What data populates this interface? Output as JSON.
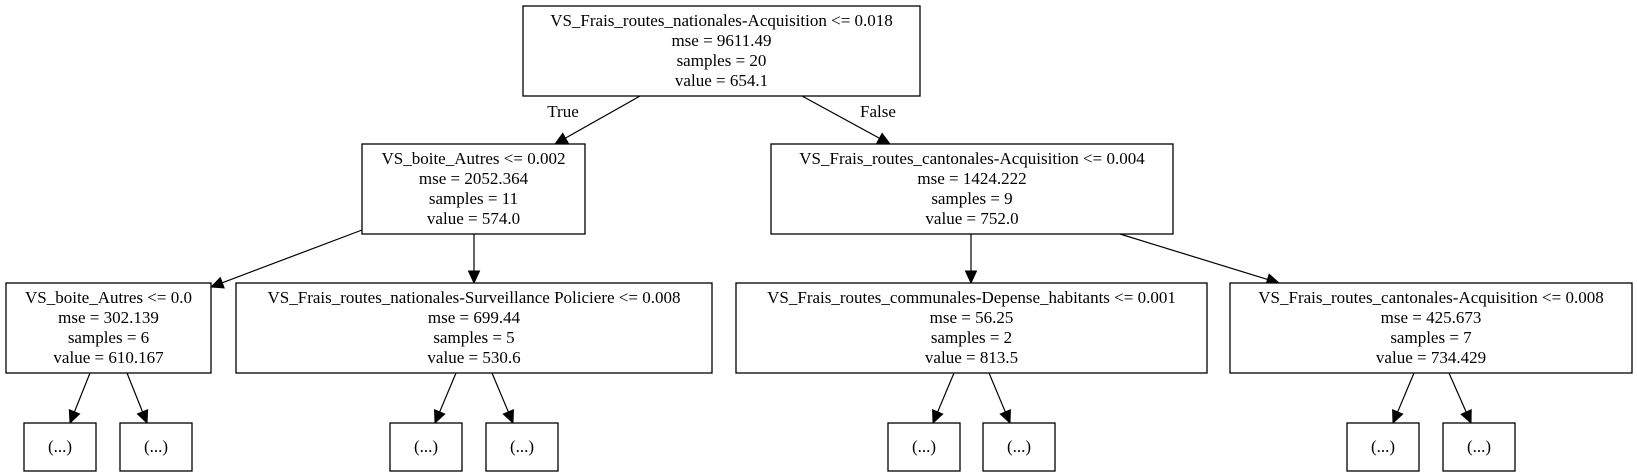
{
  "tree": {
    "nodes": [
      {
        "id": "n0",
        "lines": [
          "VS_Frais_routes_nationales-Acquisition <= 0.018",
          "mse = 9611.49",
          "samples = 20",
          "value = 654.1"
        ]
      },
      {
        "id": "n1",
        "lines": [
          "VS_boite_Autres <= 0.002",
          "mse = 2052.364",
          "samples = 11",
          "value = 574.0"
        ]
      },
      {
        "id": "n2",
        "lines": [
          "VS_Frais_routes_cantonales-Acquisition <= 0.004",
          "mse = 1424.222",
          "samples = 9",
          "value = 752.0"
        ]
      },
      {
        "id": "n3",
        "lines": [
          "VS_boite_Autres <= 0.0",
          "mse = 302.139",
          "samples = 6",
          "value = 610.167"
        ]
      },
      {
        "id": "n4",
        "lines": [
          "VS_Frais_routes_nationales-Surveillance Policiere <= 0.008",
          "mse = 699.44",
          "samples = 5",
          "value = 530.6"
        ]
      },
      {
        "id": "n5",
        "lines": [
          "VS_Frais_routes_communales-Depense_habitants <= 0.001",
          "mse = 56.25",
          "samples = 2",
          "value = 813.5"
        ]
      },
      {
        "id": "n6",
        "lines": [
          "VS_Frais_routes_cantonales-Acquisition <= 0.008",
          "mse = 425.673",
          "samples = 7",
          "value = 734.429"
        ]
      },
      {
        "id": "t1",
        "lines": [
          "(...)"
        ]
      },
      {
        "id": "t2",
        "lines": [
          "(...)"
        ]
      },
      {
        "id": "t3",
        "lines": [
          "(...)"
        ]
      },
      {
        "id": "t4",
        "lines": [
          "(...)"
        ]
      },
      {
        "id": "t5",
        "lines": [
          "(...)"
        ]
      },
      {
        "id": "t6",
        "lines": [
          "(...)"
        ]
      },
      {
        "id": "t7",
        "lines": [
          "(...)"
        ]
      },
      {
        "id": "t8",
        "lines": [
          "(...)"
        ]
      }
    ],
    "edges": [
      {
        "from": "n0",
        "to": "n1",
        "label": "True"
      },
      {
        "from": "n0",
        "to": "n2",
        "label": "False"
      },
      {
        "from": "n1",
        "to": "n3",
        "label": ""
      },
      {
        "from": "n1",
        "to": "n4",
        "label": ""
      },
      {
        "from": "n2",
        "to": "n5",
        "label": ""
      },
      {
        "from": "n2",
        "to": "n6",
        "label": ""
      },
      {
        "from": "n3",
        "to": "t1",
        "label": ""
      },
      {
        "from": "n3",
        "to": "t2",
        "label": ""
      },
      {
        "from": "n4",
        "to": "t3",
        "label": ""
      },
      {
        "from": "n4",
        "to": "t4",
        "label": ""
      },
      {
        "from": "n5",
        "to": "t5",
        "label": ""
      },
      {
        "from": "n5",
        "to": "t6",
        "label": ""
      },
      {
        "from": "n6",
        "to": "t7",
        "label": ""
      },
      {
        "from": "n6",
        "to": "t8",
        "label": ""
      }
    ]
  }
}
